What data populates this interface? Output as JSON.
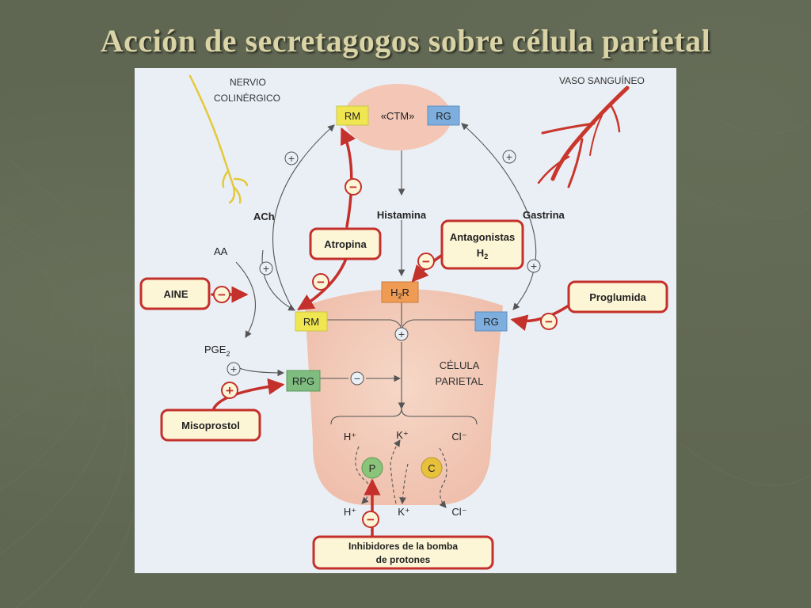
{
  "slide": {
    "title": "Acción de secretagogos sobre célula parietal"
  },
  "diagram": {
    "nerve_label_line1": "NERVIO",
    "nerve_label_line2": "COLINÉRGICO",
    "vessel_label": "VASO SANGUÍNEO",
    "ctm_label": "«CTM»",
    "ctm_rm": "RM",
    "ctm_rg": "RG",
    "ach": "ACh",
    "histamina": "Histamina",
    "gastrina": "Gastrina",
    "aa": "AA",
    "pge2_main": "PGE",
    "pge2_sub": "2",
    "h2r_main": "H",
    "h2r_sub": "2",
    "h2r_tail": "R",
    "cell_rm": "RM",
    "cell_rg": "RG",
    "rpg": "RPG",
    "cell_label_line1": "CÉLULA",
    "cell_label_line2": "PARIETAL",
    "pump_p": "P",
    "pump_c": "C",
    "h_in": "H⁺",
    "k_in": "K⁺",
    "cl_in": "Cl⁻",
    "h_out": "H⁺",
    "k_out": "K⁺",
    "cl_out": "Cl⁻",
    "plus": "+",
    "minus": "−",
    "drugs": {
      "atropina": "Atropina",
      "antagonistas_line1": "Antagonistas",
      "antagonistas_line2_main": "H",
      "antagonistas_line2_sub": "2",
      "aine": "AINE",
      "proglumida": "Proglumida",
      "misoprostol": "Misoprostol",
      "ibp_line1": "Inhibidores de la bomba",
      "ibp_line2": "de protones"
    }
  },
  "colors": {
    "slide_bg": "#5f6652",
    "title_text": "#d9d3a6",
    "figure_bg": "#eaeff5",
    "cell_fill": "#f3cbb8",
    "drug_red": "#c4302b",
    "drug_box_fill": "#fdf6d6",
    "receptor_yellow": "#f0e652",
    "receptor_blue": "#7eaede",
    "receptor_orange": "#ef9b54",
    "receptor_green": "#7fbc80",
    "nerve_yellow": "#e3c93a",
    "vessel_red": "#c9362b"
  }
}
